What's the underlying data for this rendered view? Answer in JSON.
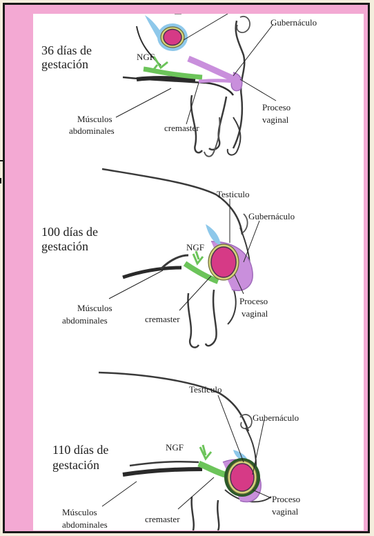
{
  "panels": [
    {
      "title_line1": "36 días de",
      "title_line2": "gestación",
      "ngf": "NGF",
      "gubernaculo": "Gubernáculo",
      "proceso_line1": "Proceso",
      "proceso_line2": "vaginal",
      "musculos_line1": "Músculos",
      "musculos_line2": "abdominales",
      "cremaster": "cremaster"
    },
    {
      "title_line1": "100 días de",
      "title_line2": "gestación",
      "testiculo": "Testiculo",
      "ngf": "NGF",
      "gubernaculo": "Gubernáculo",
      "proceso_line1": "Proceso",
      "proceso_line2": "vaginal",
      "musculos_line1": "Músculos",
      "musculos_line2": "abdominales",
      "cremaster": "cremaster"
    },
    {
      "title_line1": "110 días de",
      "title_line2": "gestación",
      "testiculo": "Testículo",
      "ngf": "NGF",
      "gubernaculo": "Gubernáculo",
      "proceso_line1": "Proceso",
      "proceso_line2": "vaginal",
      "musculos_line1": "Músculos",
      "musculos_line2": "abdominales",
      "cremaster": "cremaster"
    }
  ],
  "colors": {
    "frame": "#f3a9d3",
    "testis": "#d63a86",
    "testis_rim": "#d4d27a",
    "blue": "#8ec8ea",
    "violet": "#c98fdc",
    "green": "#6cc45a",
    "outline": "#3a3a3a"
  }
}
